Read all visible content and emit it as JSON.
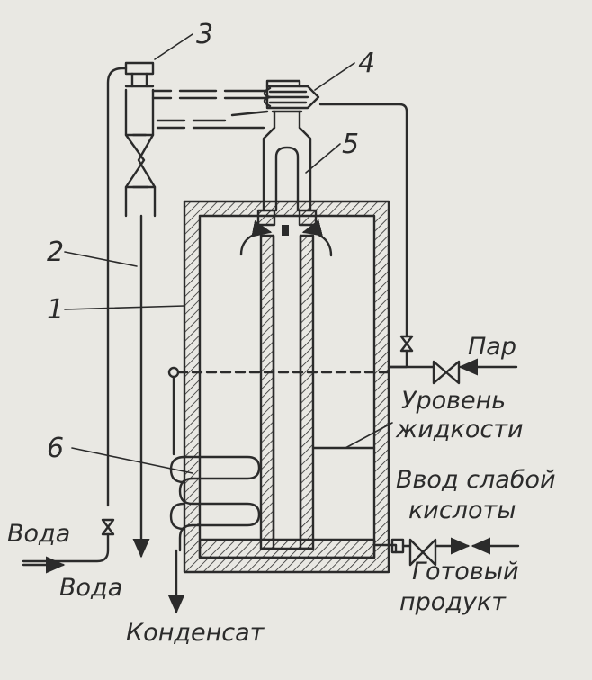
{
  "labels": {
    "n1": "1",
    "n2": "2",
    "n3": "3",
    "n4": "4",
    "n5": "5",
    "n6": "6",
    "steam": "Пар",
    "level_1": "Уровень",
    "level_2": "жидкости",
    "acid_1": "Ввод слабой",
    "acid_2": "кислоты",
    "water_in": "Вода",
    "water_out": "Вода",
    "product_1": "Готовый",
    "product_2": "продукт",
    "condensate": "Конденсат"
  },
  "colors": {
    "ink": "#2b2b2b",
    "paper": "#e9e8e3"
  }
}
